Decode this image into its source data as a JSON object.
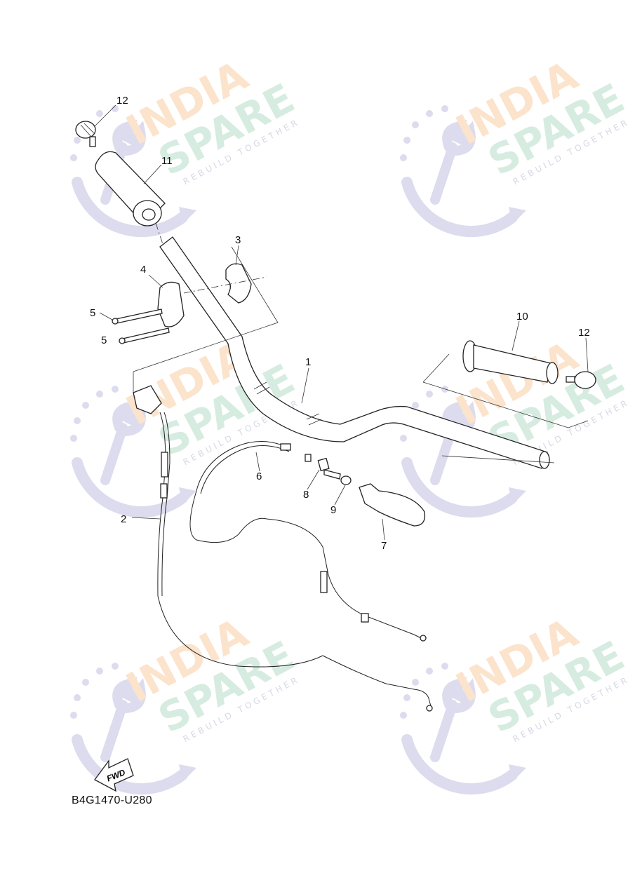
{
  "diagram": {
    "code": "B4G1470-U280",
    "fwd_label": "FWD",
    "callouts": {
      "c1": "1",
      "c2": "2",
      "c3": "3",
      "c4": "4",
      "c5a": "5",
      "c5b": "5",
      "c6": "6",
      "c7": "7",
      "c8": "8",
      "c9": "9",
      "c10": "10",
      "c11": "11",
      "c12a": "12",
      "c12b": "12"
    }
  },
  "watermark": {
    "line1": "INDIA",
    "line2": "SPARE",
    "tagline": "REBUILD TOGETHER"
  },
  "colors": {
    "india": "#fbe3cc",
    "spare": "#d6ece0",
    "icon": "#dcdcee"
  }
}
